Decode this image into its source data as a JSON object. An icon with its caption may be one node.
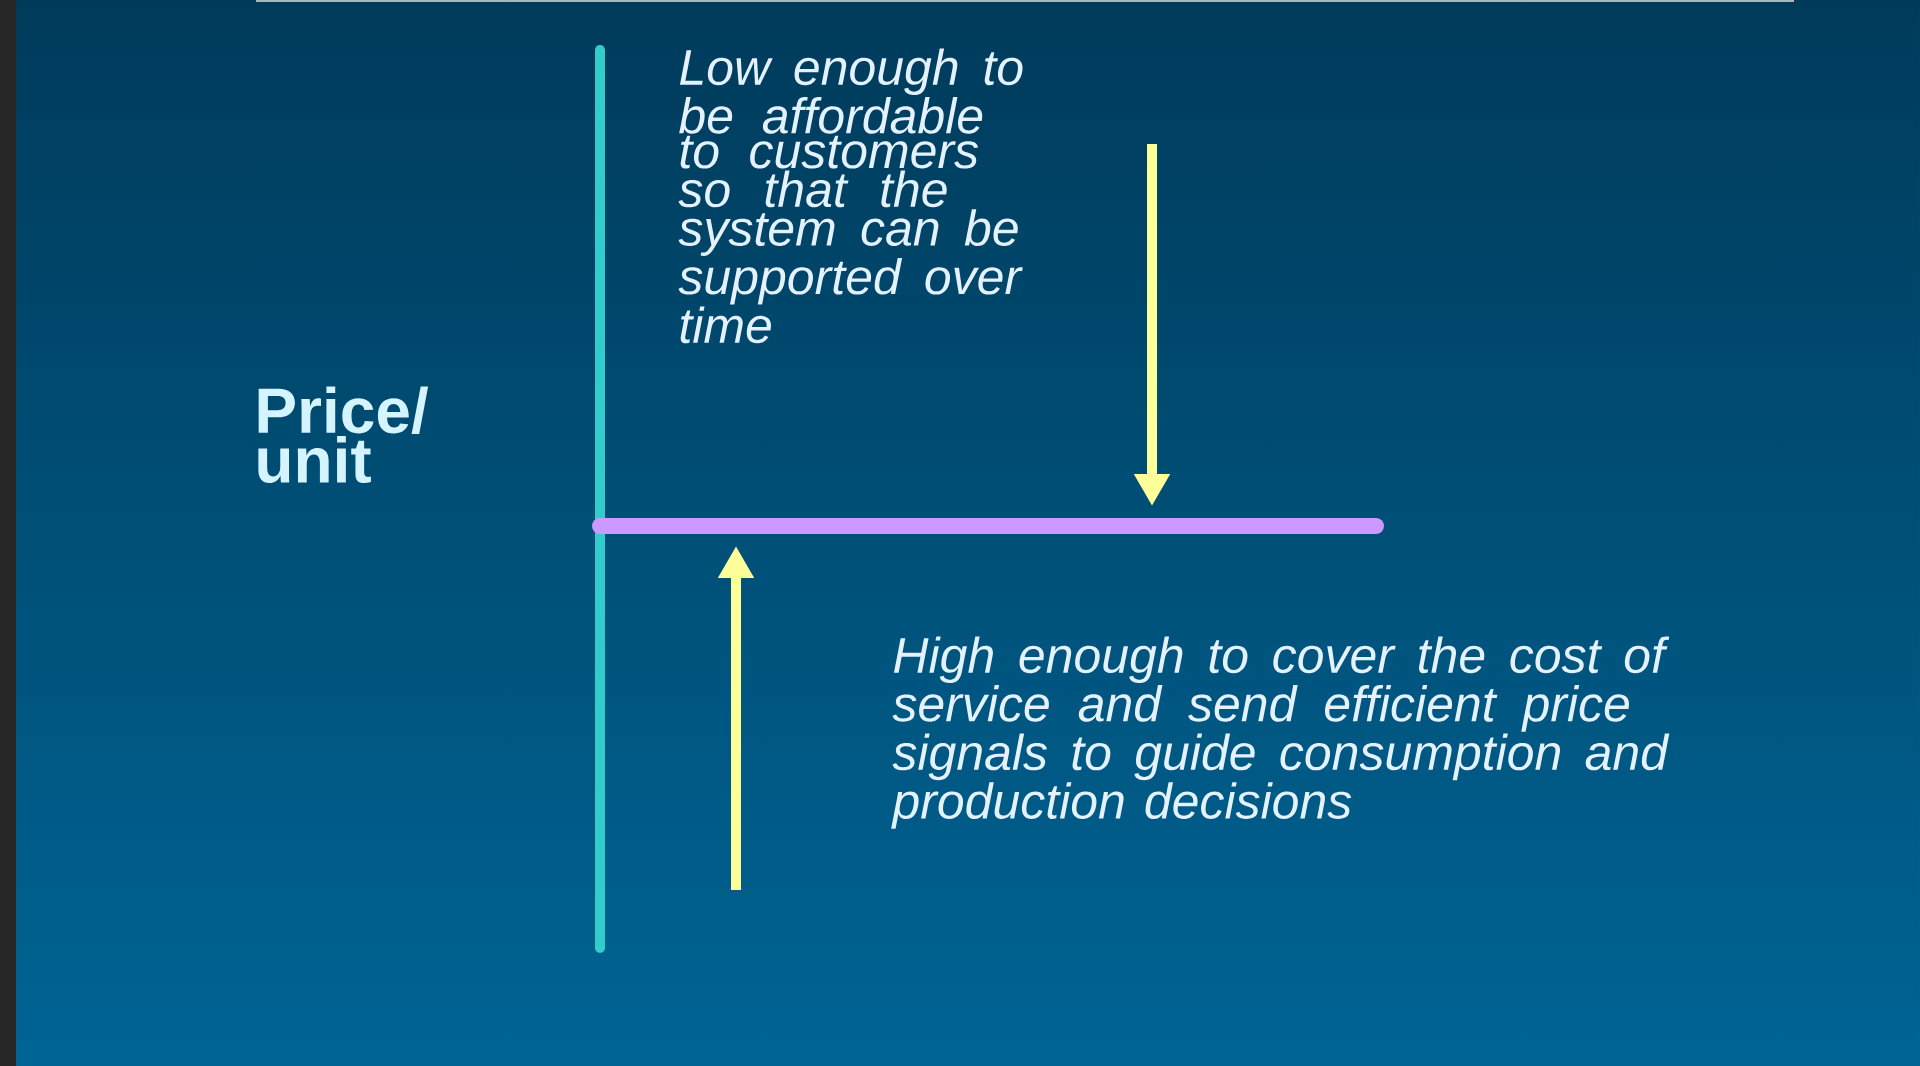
{
  "diagram": {
    "labels": [
      "Low enough to be affordable to customers so that the system can be supported over time",
      "Price/ unit",
      "High enough to cover the cost of service and send efficient price signals to guide consumption and production decisions"
    ]
  }
}
